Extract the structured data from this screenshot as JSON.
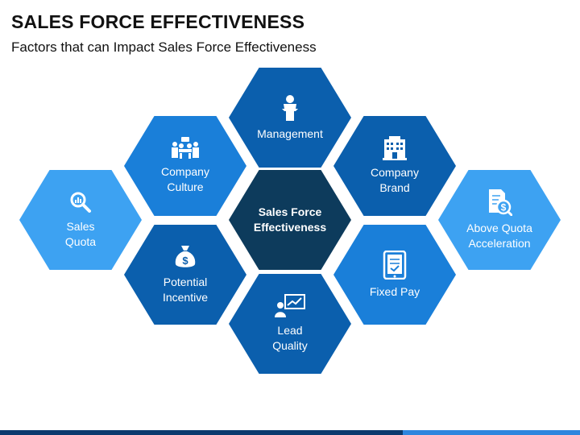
{
  "title": "SALES FORCE EFFECTIVENESS",
  "subtitle": "Factors that can Impact Sales Force Effectiveness",
  "colors": {
    "dark_navy": "#0d3b5c",
    "dark_blue": "#0b5fad",
    "mid_blue": "#1a7fd9",
    "light_blue": "#3da2f2"
  },
  "hexagons": {
    "center": {
      "label": "Sales Force\nEffectiveness"
    },
    "management": {
      "label": "Management",
      "icon": "speaker-podium-icon"
    },
    "company_culture": {
      "label": "Company\nCulture",
      "icon": "team-meeting-icon"
    },
    "company_brand": {
      "label": "Company\nBrand",
      "icon": "office-building-icon"
    },
    "sales_quota": {
      "label": "Sales\nQuota",
      "icon": "chart-magnifier-icon"
    },
    "above_quota": {
      "label": "Above Quota\nAcceleration",
      "icon": "document-dollar-icon"
    },
    "potential_incentive": {
      "label": "Potential\nIncentive",
      "icon": "money-bag-icon"
    },
    "fixed_pay": {
      "label": "Fixed Pay",
      "icon": "tablet-check-icon"
    },
    "lead_quality": {
      "label": "Lead\nQuality",
      "icon": "presenter-chart-icon"
    }
  }
}
